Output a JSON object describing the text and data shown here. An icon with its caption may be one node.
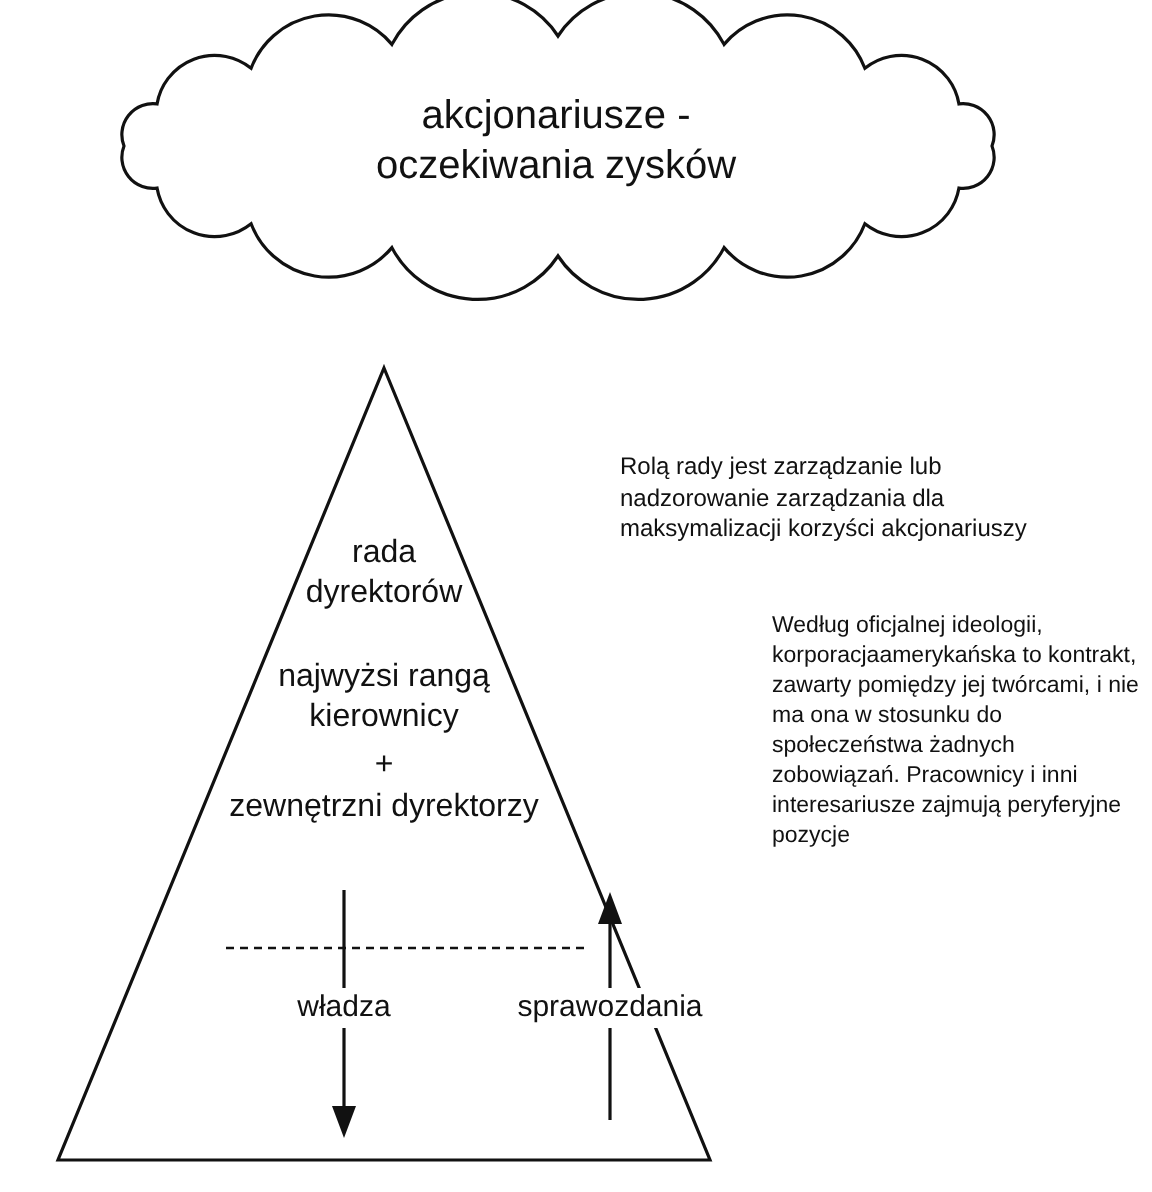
{
  "diagram": {
    "nodes": [
      {
        "text": [
          "akcjonariusze - oczekiwania zysków"
        ]
      },
      {
        "text": [
          "rada dyrektorów",
          "najwyżsi rangą kierownicy",
          "+",
          "zewnętrzni dyrektorzy"
        ]
      }
    ],
    "labels": [
      "Rolą rady jest zarządzanie lub nadzorowanie zarządzania dla maksymalizacji korzyści akcjonariuszy",
      "Według oficjalnej ideologii, korporacjaamerykańska to kontrakt, zawarty pomiędzy jej twórcami, i nie ma ona w stosunku do społeczeństwa żadnych zobowiązań. Pracownicy i inni interesariusze zajmują peryferyjne pozycje",
      "władza",
      "sprawozdania"
    ]
  }
}
